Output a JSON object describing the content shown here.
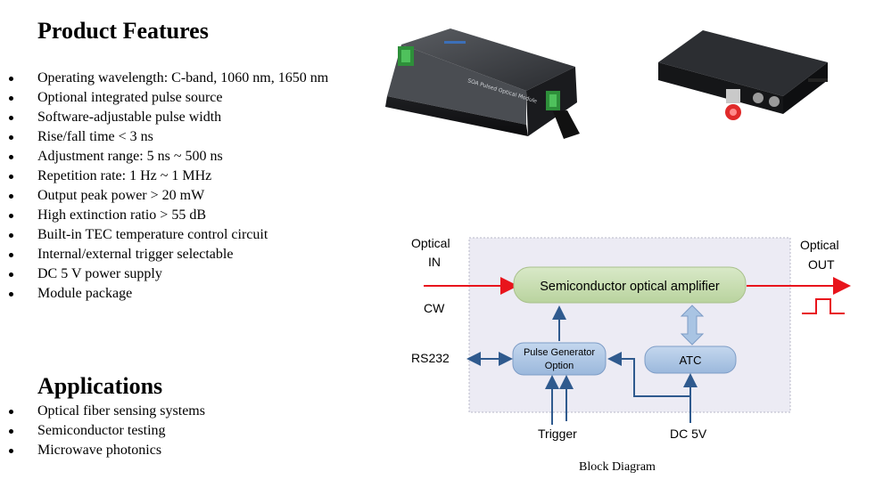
{
  "features": {
    "title": "Product Features",
    "items": [
      "Operating wavelength: C-band, 1060 nm, 1650 nm",
      "Optional integrated pulse source",
      "Software-adjustable pulse width",
      "Rise/fall time < 3 ns",
      "Adjustment range: 5 ns ~ 500 ns",
      "Repetition rate: 1 Hz ~ 1 MHz",
      "Output peak power > 20 mW",
      "High extinction ratio > 55 dB",
      "Built-in TEC temperature control circuit",
      "Internal/external trigger selectable",
      "DC 5 V power supply",
      "Module package"
    ]
  },
  "applications": {
    "title": "Applications",
    "items": [
      "Optical fiber sensing systems",
      "Semiconductor testing",
      "Microwave photonics"
    ]
  },
  "photos": {
    "module_left_label": "SOA Pulsed Optical Module"
  },
  "diagram": {
    "caption": "Block Diagram",
    "optical_in_line1": "Optical",
    "optical_in_line2": "IN",
    "optical_out_line1": "Optical",
    "optical_out_line2": "OUT",
    "cw": "CW",
    "soa": "Semiconductor optical amplifier",
    "pulse_line1": "Pulse Generator",
    "pulse_line2": "Option",
    "atc": "ATC",
    "rs232": "RS232",
    "trigger": "Trigger",
    "dc5v": "DC 5V"
  },
  "colors": {
    "signal_arrow": "#e8141c",
    "control_arrow": "#2f5a8e",
    "soa_fill": "#c7ddb0",
    "block_fill": "#a9c4e3",
    "panel_fill": "#ecebf4"
  }
}
